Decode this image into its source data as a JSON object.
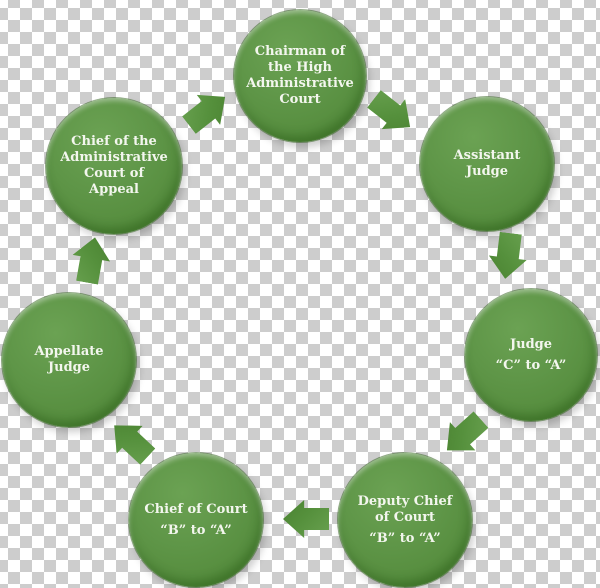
{
  "diagram": {
    "type": "cycle",
    "description": "Judicial career progression cycle of seven green circular nodes connected by clockwise block arrows on a transparency checkerboard background",
    "flow_direction": "clockwise",
    "colors": {
      "node_green": "#5b9143",
      "node_rim_dark": "#3f7428",
      "node_highlight": "#8fc178",
      "arrow_green": "#55903c",
      "label_text": "#f3f6ee",
      "checker_gray": "#cdcdcd",
      "checker_white": "#ffffff"
    },
    "nodes": [
      {
        "id": "chairman-high-admin-court",
        "lines": [
          "Chairman of",
          "the High",
          "Administrative",
          "Court"
        ]
      },
      {
        "id": "assistant-judge",
        "lines": [
          "Assistant",
          "Judge"
        ]
      },
      {
        "id": "judge",
        "lines": [
          "Judge"
        ],
        "quote": "“C” to “A”"
      },
      {
        "id": "deputy-chief-of-court",
        "lines": [
          "Deputy Chief",
          "of Court"
        ],
        "quote": "“B” to “A”"
      },
      {
        "id": "chief-of-court",
        "lines": [
          "Chief of Court"
        ],
        "quote": "“B” to “A”"
      },
      {
        "id": "appellate-judge",
        "lines": [
          "Appellate",
          "Judge"
        ]
      },
      {
        "id": "chief-admin-court-of-appeal",
        "lines": [
          "Chief of the",
          "Administrative",
          "Court of",
          "Appeal"
        ]
      }
    ],
    "edges": [
      {
        "from": "chief-admin-court-of-appeal",
        "to": "chairman-high-admin-court"
      },
      {
        "from": "chairman-high-admin-court",
        "to": "assistant-judge"
      },
      {
        "from": "assistant-judge",
        "to": "judge"
      },
      {
        "from": "judge",
        "to": "deputy-chief-of-court"
      },
      {
        "from": "deputy-chief-of-court",
        "to": "chief-of-court"
      },
      {
        "from": "chief-of-court",
        "to": "appellate-judge"
      },
      {
        "from": "appellate-judge",
        "to": "chief-admin-court-of-appeal"
      }
    ]
  }
}
